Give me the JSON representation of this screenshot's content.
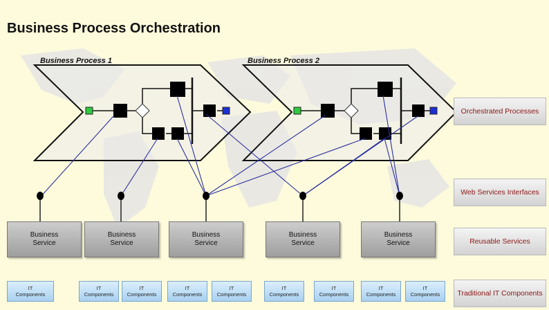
{
  "title": "Business Process Orchestration",
  "processes": [
    {
      "label": "Business Process 1"
    },
    {
      "label": "Business Process 2"
    }
  ],
  "legend": [
    {
      "label": "Orchestrated Processes"
    },
    {
      "label": "Web Services Interfaces"
    },
    {
      "label": "Reusable Services"
    },
    {
      "label": "Traditional IT Components"
    }
  ],
  "services": [
    {
      "line1": "Business",
      "line2": "Service"
    },
    {
      "line1": "Business",
      "line2": "Service"
    },
    {
      "line1": "Business",
      "line2": "Service"
    },
    {
      "line1": "Business",
      "line2": "Service"
    },
    {
      "line1": "Business",
      "line2": "Service"
    }
  ],
  "it_components": [
    {
      "line1": "IT",
      "line2": "Components"
    },
    {
      "line1": "IT",
      "line2": "Components"
    },
    {
      "line1": "IT",
      "line2": "Components"
    },
    {
      "line1": "IT",
      "line2": "Components"
    },
    {
      "line1": "IT",
      "line2": "Components"
    },
    {
      "line1": "IT",
      "line2": "Components"
    },
    {
      "line1": "IT",
      "line2": "Components"
    },
    {
      "line1": "IT",
      "line2": "Components"
    },
    {
      "line1": "IT",
      "line2": "Components"
    }
  ],
  "colors": {
    "start_node": "#2ecc40",
    "end_node": "#1c2fd6",
    "connector": "#2b2f9e",
    "legend_text": "#8a1515"
  }
}
